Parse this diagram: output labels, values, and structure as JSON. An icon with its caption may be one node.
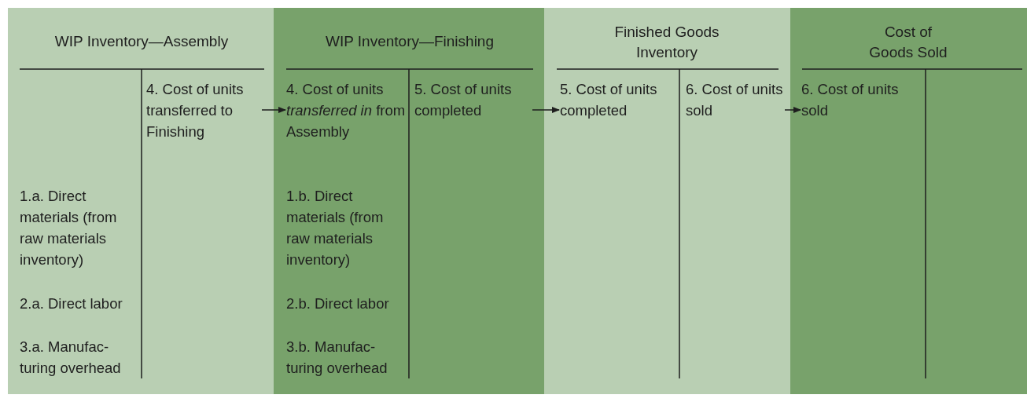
{
  "diagram": {
    "nodes": [
      {
        "text": [
          "WIP Inventory—Assembly"
        ]
      },
      {
        "text": [
          "4. Cost of units transferred to Finishing"
        ],
        "in": 0
      },
      {
        "text": [
          "1.a. Direct materials (from raw materials inventory)"
        ],
        "in": 0
      },
      {
        "text": [
          "2.a. Direct labor"
        ],
        "in": 0
      },
      {
        "text": [
          "3.a. Manufac- turing overhead"
        ],
        "in": 0
      },
      {
        "text": [
          "WIP Inventory—Finishing"
        ]
      },
      {
        "text": [
          "4. Cost of units *transferred in* from Assembly"
        ],
        "in": 5
      },
      {
        "text": [
          "1.b. Direct materials (from raw materials inventory)"
        ],
        "in": 5
      },
      {
        "text": [
          "2.b. Direct labor"
        ],
        "in": 5
      },
      {
        "text": [
          "3.b. Manufac- turing overhead"
        ],
        "in": 5
      },
      {
        "text": [
          "5. Cost of units completed"
        ],
        "in": 5
      },
      {
        "text": [
          "Finished Goods Inventory"
        ]
      },
      {
        "text": [
          "5. Cost of units completed"
        ],
        "in": 11
      },
      {
        "text": [
          "6. Cost of units sold"
        ],
        "in": 11
      },
      {
        "text": [
          "Cost of Goods Sold"
        ]
      },
      {
        "text": [
          "6. Cost of units sold"
        ],
        "in": 14
      }
    ],
    "edges": [
      {
        "from": 1,
        "to": 6,
        "arrow": "to"
      },
      {
        "from": 10,
        "to": 12,
        "arrow": "to"
      },
      {
        "from": 13,
        "to": 15,
        "arrow": "to"
      }
    ]
  }
}
